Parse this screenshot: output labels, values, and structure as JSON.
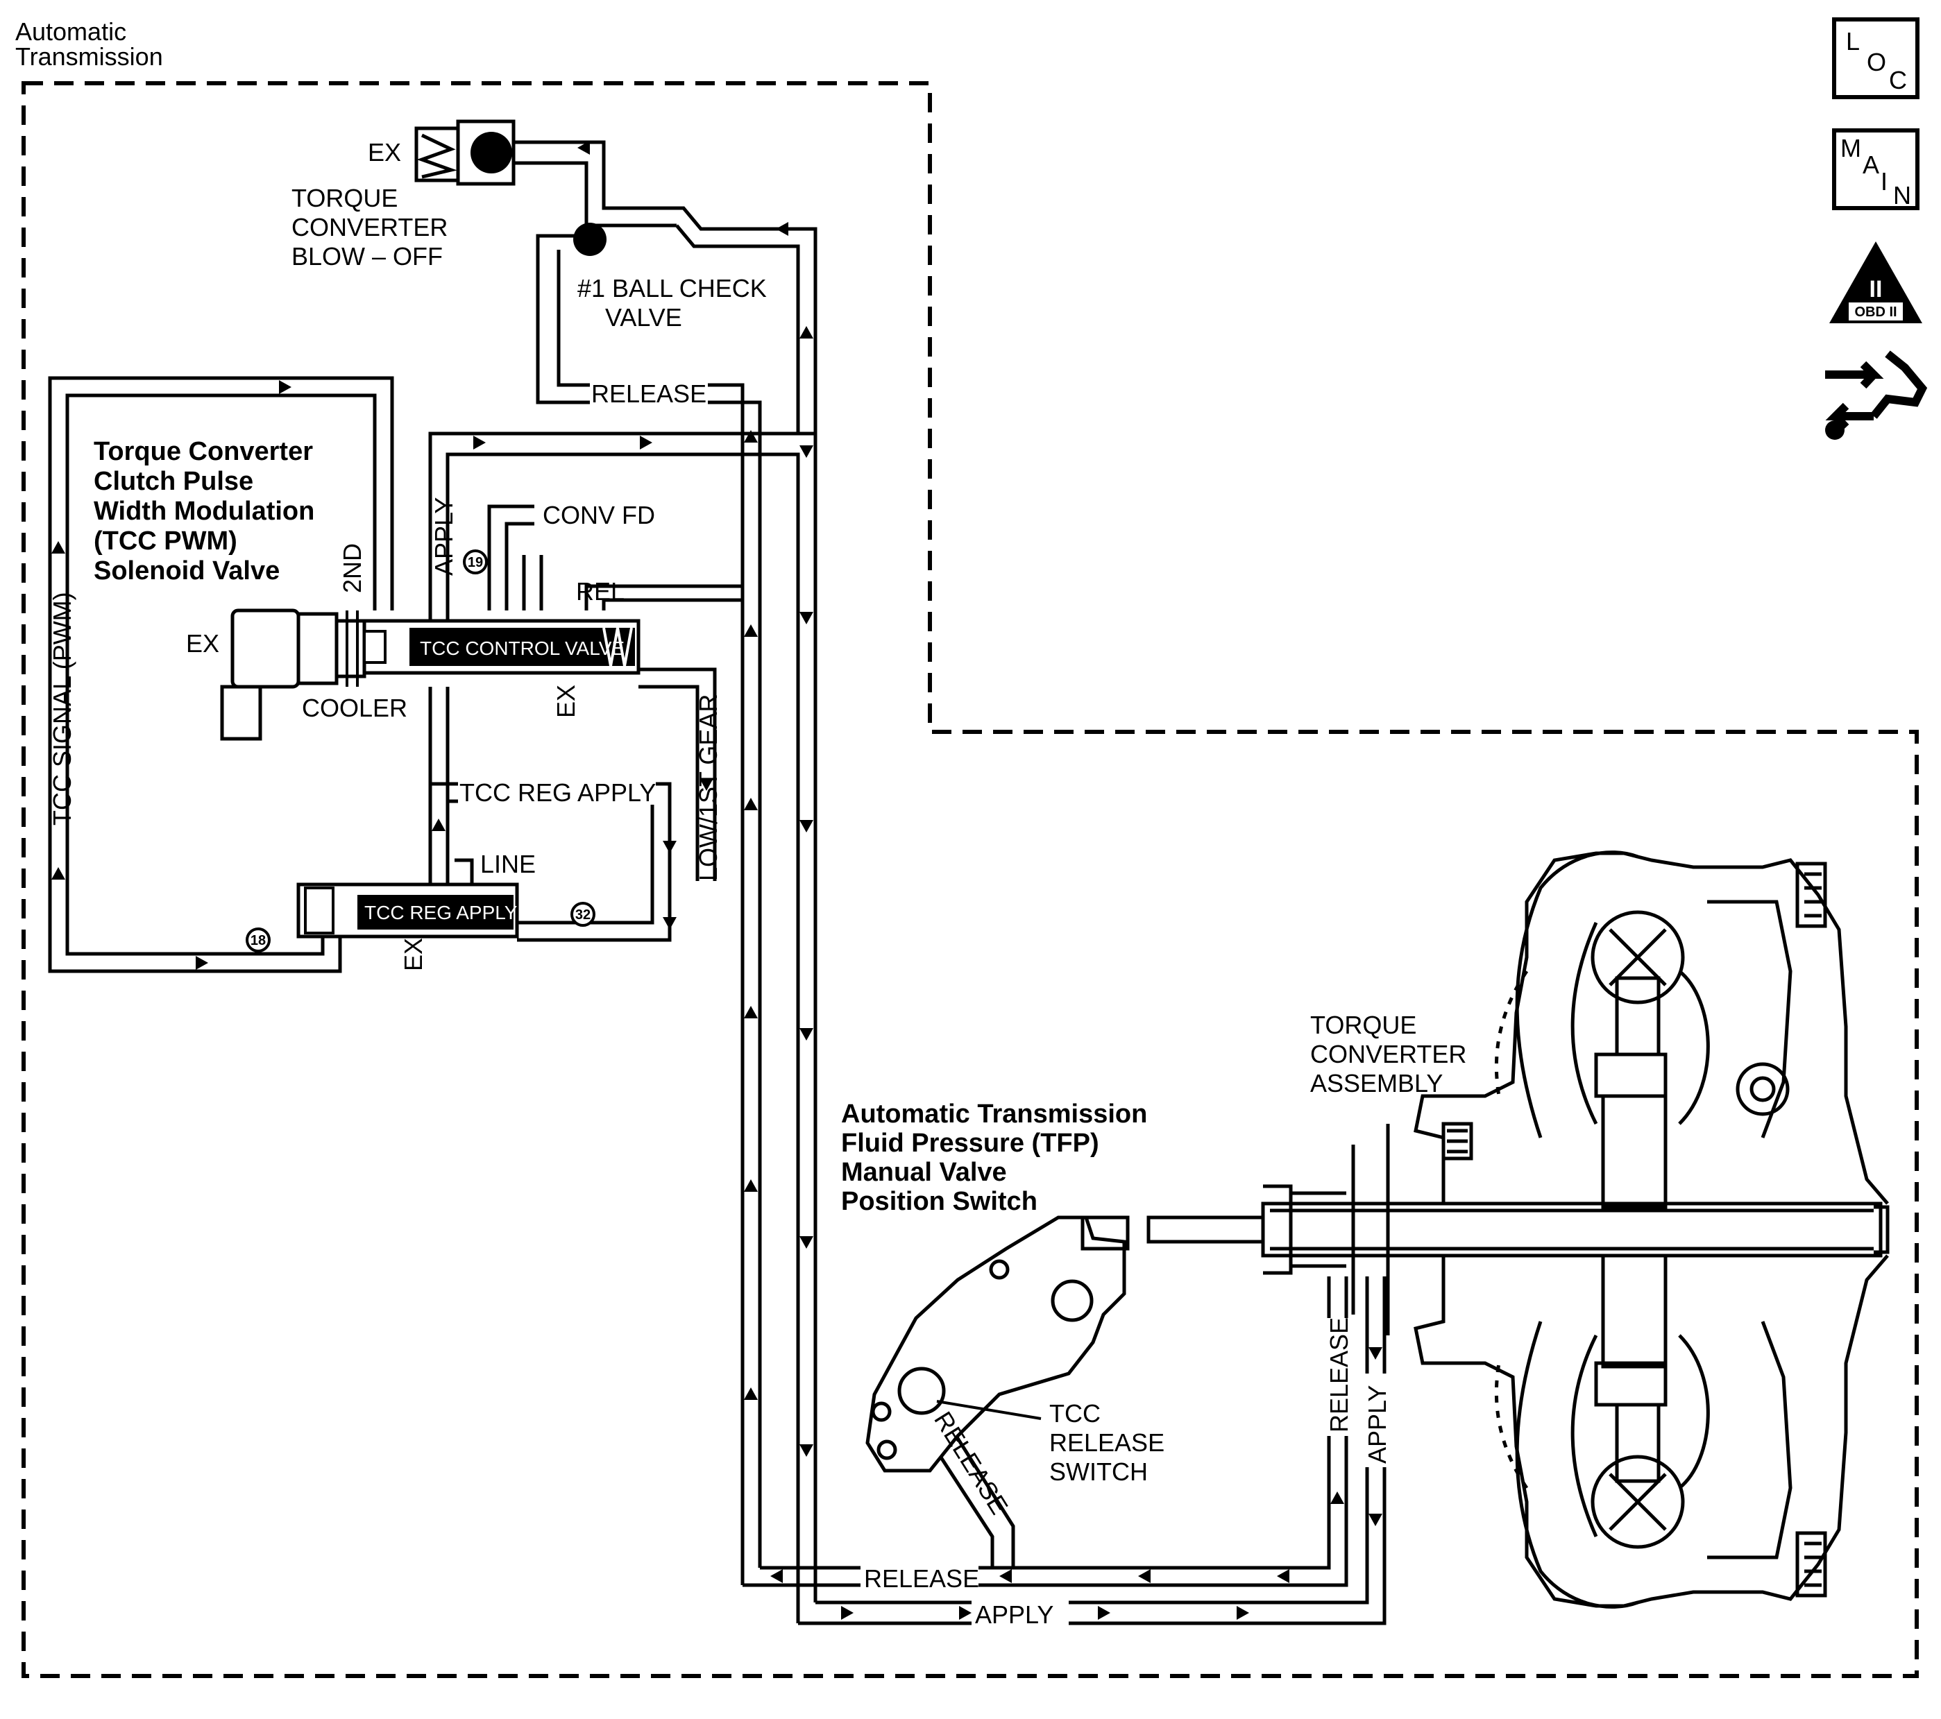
{
  "header": {
    "title": "Automatic",
    "title_line2": "Transmission"
  },
  "side_icons": [
    {
      "name": "loc-icon",
      "letters": [
        "L",
        "O",
        "C"
      ]
    },
    {
      "name": "main-icon",
      "letters": [
        "M",
        "A",
        "I",
        "N"
      ]
    },
    {
      "name": "obd-icon",
      "numeral": "II",
      "caption": "OBD II"
    },
    {
      "name": "repair-icon"
    }
  ],
  "components": {
    "blowoff": {
      "ex": "EX",
      "line1": "TORQUE",
      "line2": "CONVERTER",
      "line3": "BLOW – OFF"
    },
    "ball_check": {
      "line1": "#1 BALL CHECK",
      "line2": "VALVE"
    },
    "solenoid": {
      "line1": "Torque Converter",
      "line2": "Clutch Pulse",
      "line3": "Width Modulation",
      "line4": "(TCC PWM)",
      "line5": "Solenoid Valve",
      "ex": "EX"
    },
    "control_valve": {
      "label": "TCC CONTROL VALVE"
    },
    "reg_valve": {
      "label": "TCC REG APPLY"
    },
    "converter": {
      "line1": "TORQUE",
      "line2": "CONVERTER",
      "line3": "ASSEMBLY"
    },
    "tfp": {
      "line1": "Automatic Transmission",
      "line2": "Fluid Pressure (TFP)",
      "line3": "Manual Valve",
      "line4": "Position Switch"
    },
    "tcc_switch": {
      "line1": "TCC",
      "line2": "RELEASE",
      "line3": "SWITCH"
    }
  },
  "passages": {
    "release_top": "RELEASE",
    "apply_vertical": "APPLY",
    "second": "2ND",
    "conv_fd": "CONV FD",
    "rel": "REL",
    "cooler": "COOLER",
    "ex_ctrl": "EX",
    "ex_reg": "EX",
    "tcc_signal": "TCC SIGNAL (PWM)",
    "tcc_reg_apply": "TCC REG APPLY",
    "line": "LINE",
    "low_first": "LOW/1ST GEAR",
    "release_bottom": "RELEASE",
    "apply_bottom": "APPLY",
    "release_vertical": "RELEASE",
    "apply_vertical_right": "APPLY",
    "release_diag": "RELEASE"
  },
  "orifices": {
    "o19": "19",
    "o18": "18",
    "o32": "32"
  }
}
